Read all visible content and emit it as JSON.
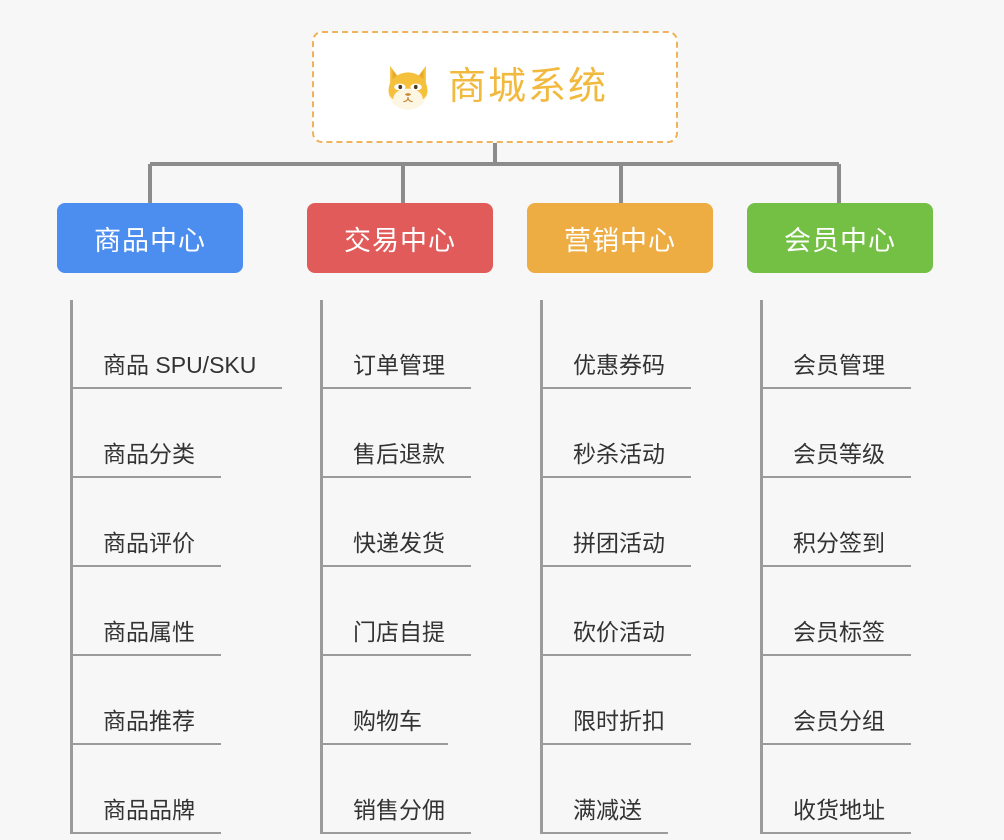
{
  "page": {
    "background_color": "#f7f7f7",
    "type": "mindmap"
  },
  "root": {
    "title": "商城系统",
    "icon": "shiba-dog-face-icon",
    "text_color": "#f2b93f",
    "border_color": "#f0b25a",
    "background_color": "#ffffff"
  },
  "branches": [
    {
      "label": "商品中心",
      "color": "#4c8ef0",
      "items": [
        "商品 SPU/SKU",
        "商品分类",
        "商品评价",
        "商品属性",
        "商品推荐",
        "商品品牌"
      ]
    },
    {
      "label": "交易中心",
      "color": "#e15b5b",
      "items": [
        "订单管理",
        "售后退款",
        "快递发货",
        "门店自提",
        "购物车",
        "销售分佣"
      ]
    },
    {
      "label": "营销中心",
      "color": "#edad42",
      "items": [
        "优惠券码",
        "秒杀活动",
        "拼团活动",
        "砍价活动",
        "限时折扣",
        "满减送"
      ]
    },
    {
      "label": "会员中心",
      "color": "#74c044",
      "items": [
        "会员管理",
        "会员等级",
        "积分签到",
        "会员标签",
        "会员分组",
        "收货地址"
      ]
    }
  ],
  "connector": {
    "color": "#8c8c8c"
  }
}
